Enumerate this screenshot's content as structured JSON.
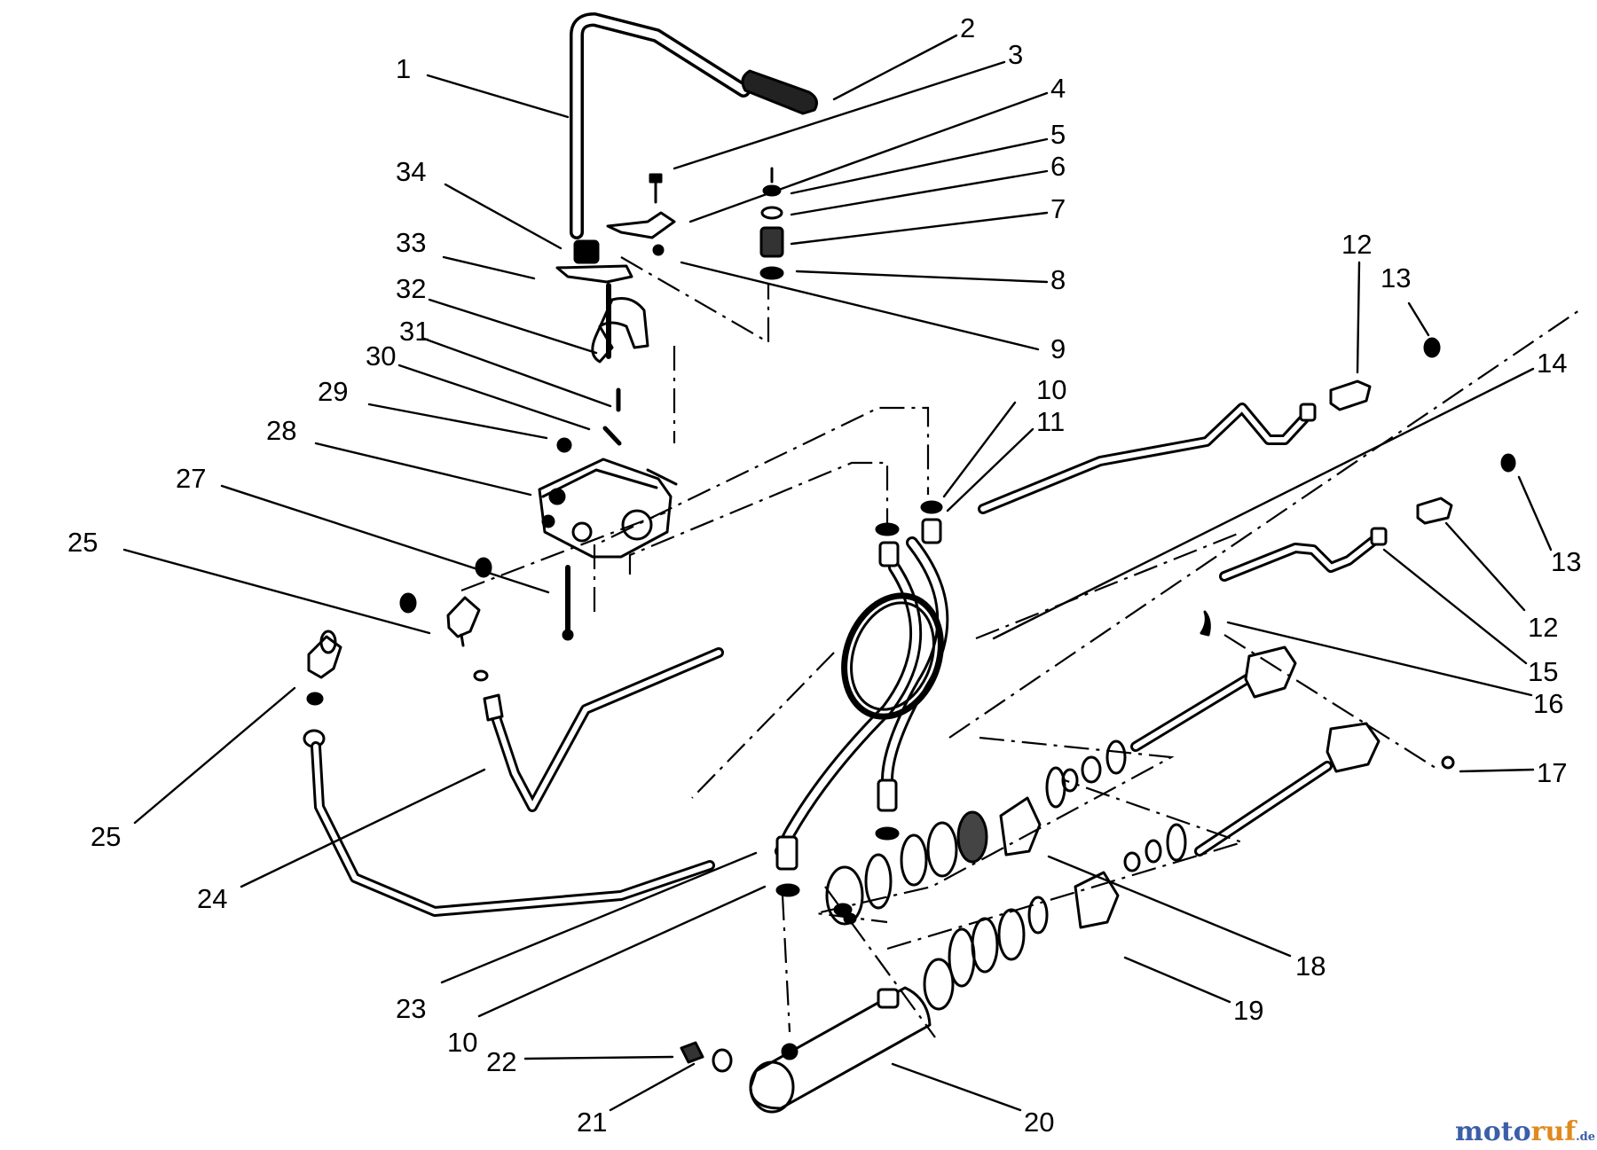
{
  "diagram": {
    "callouts": [
      {
        "label": "1"
      },
      {
        "label": "2"
      },
      {
        "label": "3"
      },
      {
        "label": "4"
      },
      {
        "label": "5"
      },
      {
        "label": "6"
      },
      {
        "label": "7"
      },
      {
        "label": "8"
      },
      {
        "label": "9"
      },
      {
        "label": "10"
      },
      {
        "label": "11"
      },
      {
        "label": "12"
      },
      {
        "label": "13"
      },
      {
        "label": "14"
      },
      {
        "label": "13"
      },
      {
        "label": "12"
      },
      {
        "label": "15"
      },
      {
        "label": "16"
      },
      {
        "label": "17"
      },
      {
        "label": "18"
      },
      {
        "label": "19"
      },
      {
        "label": "20"
      },
      {
        "label": "21"
      },
      {
        "label": "22"
      },
      {
        "label": "10"
      },
      {
        "label": "23"
      },
      {
        "label": "24"
      },
      {
        "label": "25"
      },
      {
        "label": "25"
      },
      {
        "label": "27"
      },
      {
        "label": "28"
      },
      {
        "label": "29"
      },
      {
        "label": "30"
      },
      {
        "label": "31"
      },
      {
        "label": "32"
      },
      {
        "label": "33"
      },
      {
        "label": "34"
      }
    ]
  },
  "watermark": {
    "parts": [
      "moto",
      "ruf",
      ".de"
    ],
    "colors": [
      "#3b5ea8",
      "#e08a1e",
      "#3b5ea8"
    ]
  }
}
